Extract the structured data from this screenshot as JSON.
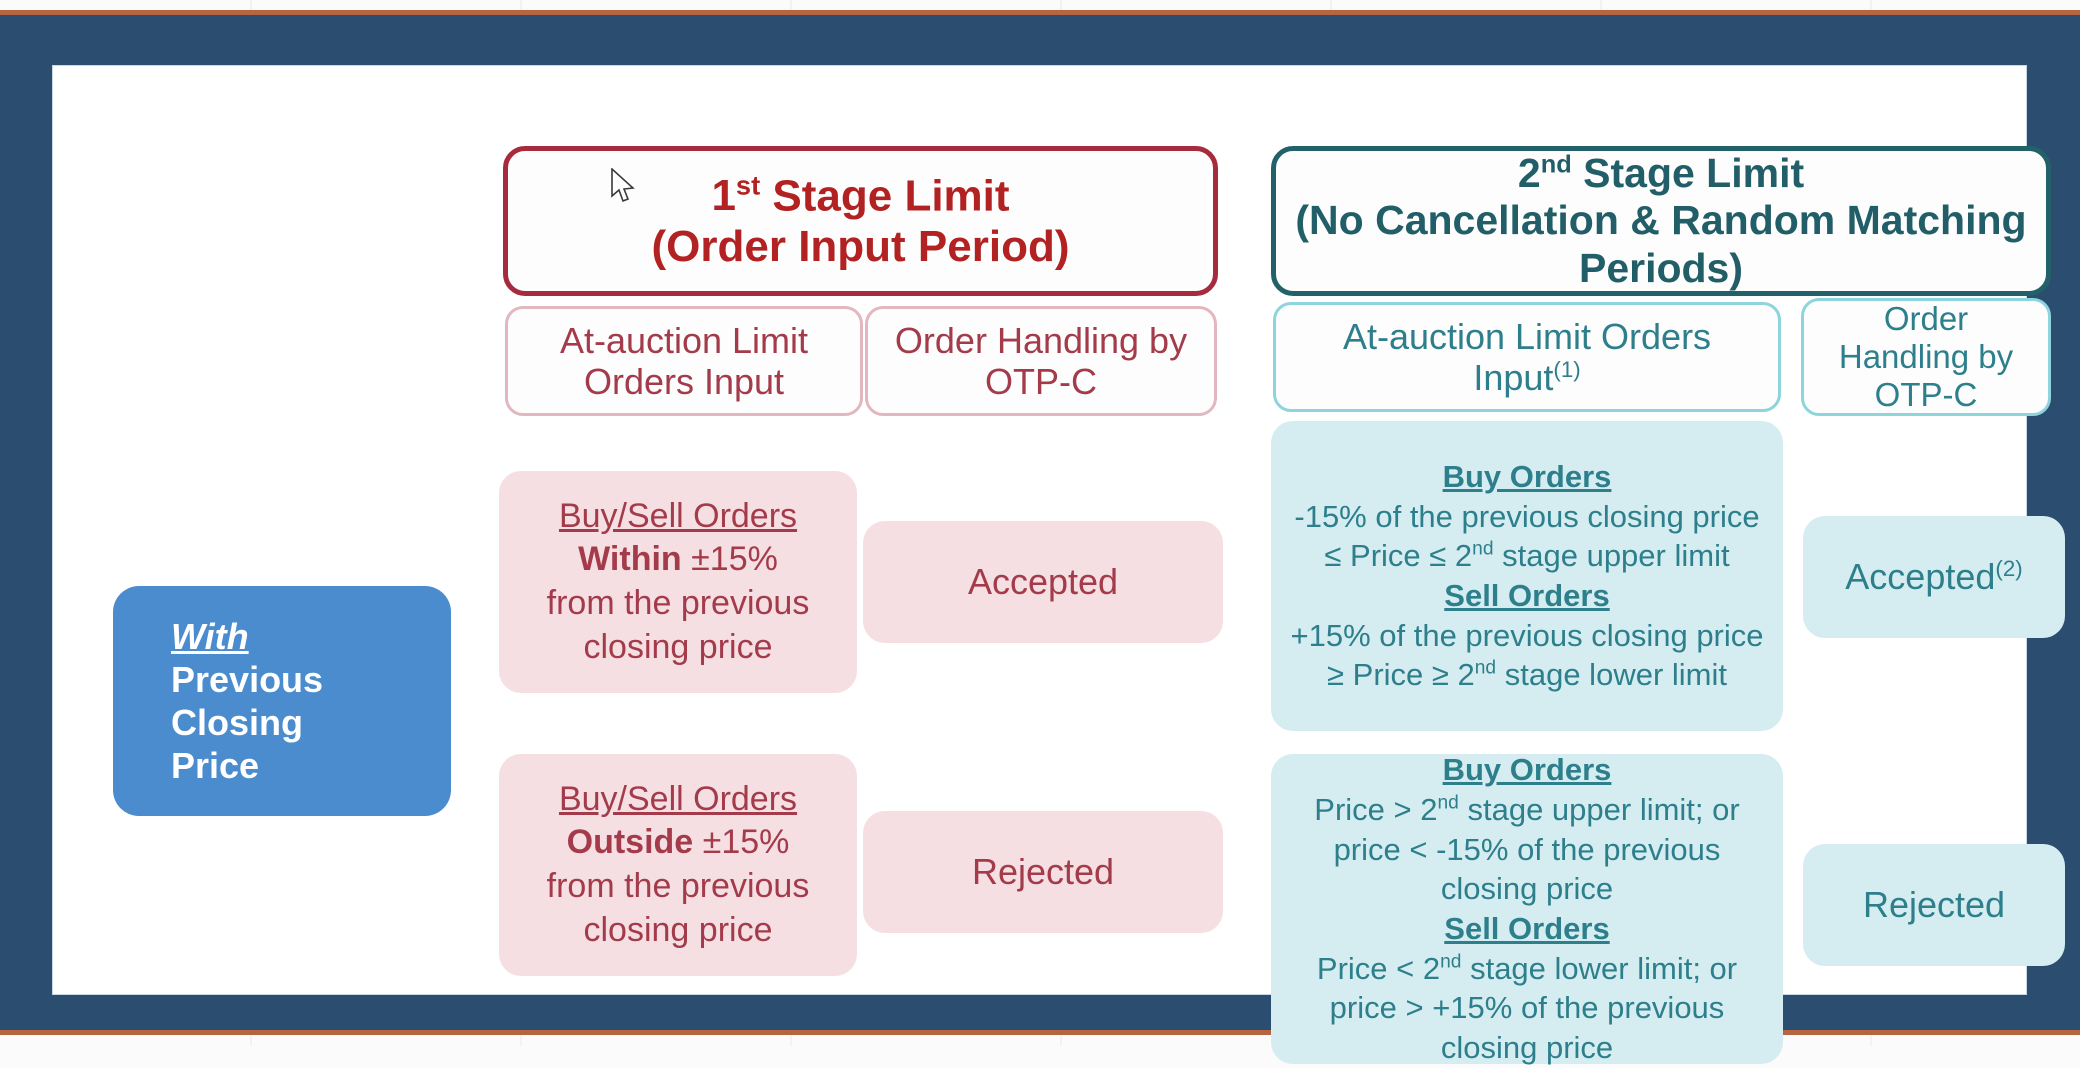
{
  "slide": {
    "title_first_stage": "1st Stage Limit",
    "subtitle_first_stage": "(Order Input Period)",
    "title_second_stage": "2nd Stage Limit",
    "subtitle_second_stage": "(No Cancellation & Random Matching Periods)"
  },
  "columns": {
    "first_stage": {
      "sub_headers": [
        "At-auction Limit Orders Input",
        "Order Handling by OTP-C"
      ]
    },
    "second_stage": {
      "sub_headers": [
        "At-auction Limit Orders Input(1)",
        "Order Handling by OTP-C"
      ]
    }
  },
  "row_label": {
    "emphasis": "With",
    "rest": "Previous Closing Price"
  },
  "rows": [
    {
      "first_stage_condition": {
        "heading": "Buy/Sell Orders",
        "line2_bold": "Within",
        "line2_rest": "±15%",
        "line3": "from the previous closing price"
      },
      "first_stage_result": "Accepted",
      "second_stage_condition": {
        "buy_heading": "Buy Orders",
        "buy_text": "-15% of the previous closing price ≤ Price ≤ 2nd stage upper limit",
        "sell_heading": "Sell Orders",
        "sell_text": "+15% of the previous closing price ≥ Price ≥ 2nd stage lower limit"
      },
      "second_stage_result": "Accepted(2)"
    },
    {
      "first_stage_condition": {
        "heading": "Buy/Sell Orders",
        "line2_bold": "Outside",
        "line2_rest": "±15%",
        "line3": "from the previous closing price"
      },
      "first_stage_result": "Rejected",
      "second_stage_condition": {
        "buy_heading": "Buy Orders",
        "buy_text": "Price > 2nd stage upper limit; or price < -15% of the previous closing price",
        "sell_heading": "Sell Orders",
        "sell_text": "Price < 2nd stage lower limit; or price > +15% of the previous closing price"
      },
      "second_stage_result": "Rejected"
    }
  ],
  "colors": {
    "frame_navy": "#2b4d70",
    "rule_orange": "#b5653f",
    "first_stage_border": "#a62b3d",
    "first_stage_text": "#b22222",
    "second_stage_border": "#22616a",
    "second_stage_text": "#225e68",
    "pink_fill": "#f6dfe3",
    "pink_text": "#a33b4b",
    "teal_fill": "#d5edf1",
    "teal_text": "#2d7f8c",
    "blue_fill": "#4a8ccd"
  },
  "superscripts": {
    "st": "st",
    "nd": "nd",
    "note1": "(1)",
    "note2": "(2)"
  }
}
